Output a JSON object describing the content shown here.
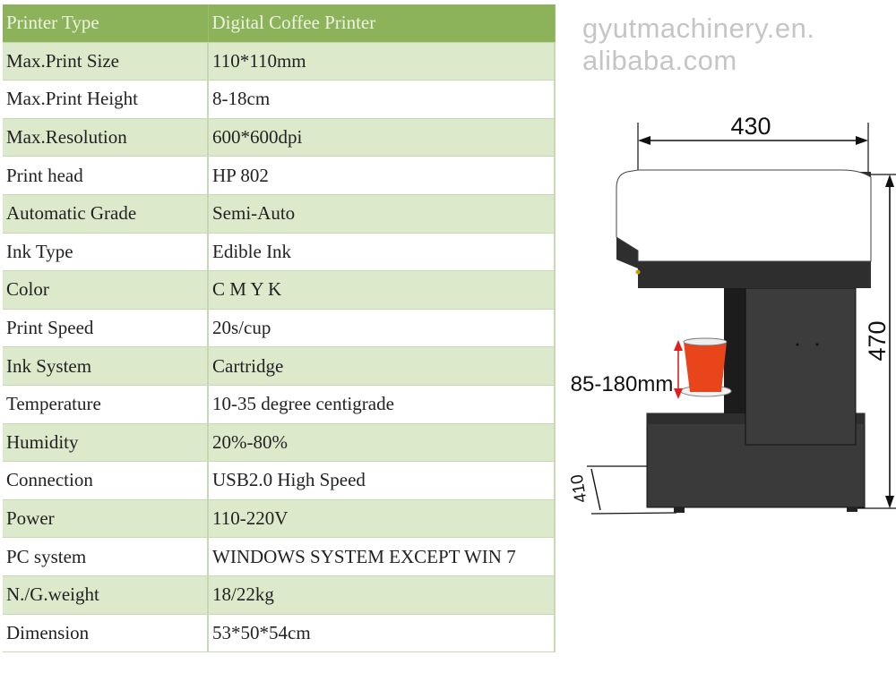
{
  "spec_table": {
    "header": {
      "label": "Printer Type",
      "value": "Digital Coffee Printer"
    },
    "rows": [
      {
        "label": "Max.Print Size",
        "value": "110*110mm"
      },
      {
        "label": "Max.Print Height",
        "value": "8-18cm"
      },
      {
        "label": "Max.Resolution",
        "value": "600*600dpi"
      },
      {
        "label": "Print head",
        "value": "HP 802"
      },
      {
        "label": "Automatic Grade",
        "value": "Semi-Auto"
      },
      {
        "label": "Ink Type",
        "value": "Edible Ink"
      },
      {
        "label": "Color",
        "value": "C M Y K"
      },
      {
        "label": "Print Speed",
        "value": "20s/cup"
      },
      {
        "label": "Ink System",
        "value": "Cartridge"
      },
      {
        "label": "Temperature",
        "value": "10-35 degree centigrade"
      },
      {
        "label": "Humidity",
        "value": "20%-80%"
      },
      {
        "label": "Connection",
        "value": "USB2.0 High Speed"
      },
      {
        "label": "Power",
        "value": "110-220V"
      },
      {
        "label": "PC system",
        "value": "WINDOWS SYSTEM EXCEPT WIN 7"
      },
      {
        "label": "N./G.weight",
        "value": "18/22kg"
      },
      {
        "label": "Dimension",
        "value": "53*50*54cm"
      }
    ]
  },
  "watermark": "gyutmachinery.en.alibaba.com",
  "drawing": {
    "width_dim": "430",
    "height_dim": "470",
    "depth_dim": "410",
    "cup_height_range": "85-180mm"
  },
  "colors": {
    "header_green": "#8db35a",
    "row_green": "#dde9cb",
    "cup_red": "#e8461a",
    "arrow_red": "#e0201e",
    "body_dark": "#3a3a3a"
  }
}
